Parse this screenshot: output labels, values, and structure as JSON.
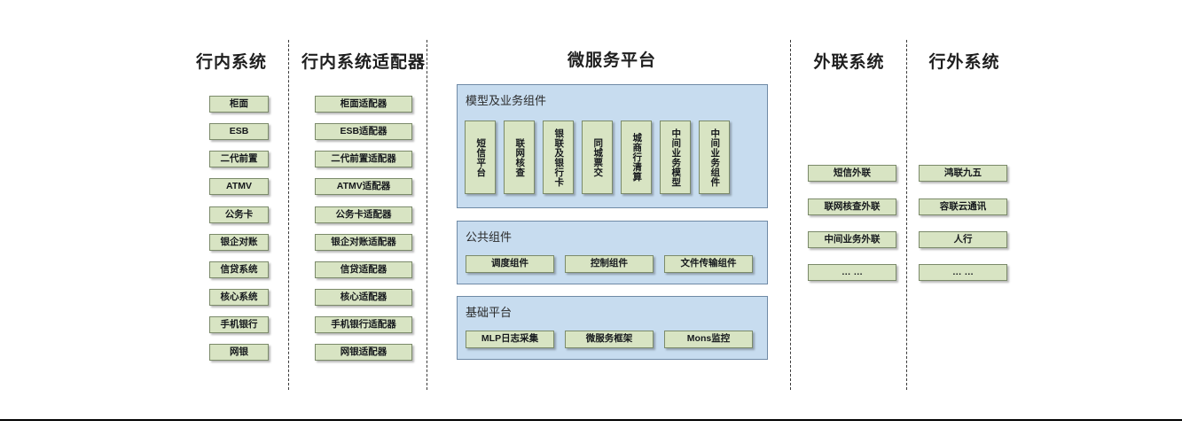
{
  "columns": [
    {
      "title": "行内系统"
    },
    {
      "title": "行内系统适配器"
    },
    {
      "title": "微服务平台"
    },
    {
      "title": "外联系统"
    },
    {
      "title": "行外系统"
    }
  ],
  "inbank_systems": [
    "柜面",
    "ESB",
    "二代前置",
    "ATMV",
    "公务卡",
    "银企对账",
    "信贷系统",
    "核心系统",
    "手机银行",
    "网银"
  ],
  "inbank_adapters": [
    "柜面适配器",
    "ESB适配器",
    "二代前置适配器",
    "ATMV适配器",
    "公务卡适配器",
    "银企对账适配器",
    "信贷适配器",
    "核心适配器",
    "手机银行适配器",
    "网银适配器"
  ],
  "microservice_platform": {
    "groups": [
      {
        "title": "模型及业务组件",
        "orientation": "vertical",
        "items": [
          "短信平台",
          "联网核查",
          "银联及银行卡",
          "同城票交",
          "城商行清算",
          "中间业务模型",
          "中间业务组件"
        ]
      },
      {
        "title": "公共组件",
        "orientation": "horizontal",
        "items": [
          "调度组件",
          "控制组件",
          "文件传输组件"
        ]
      },
      {
        "title": "基础平台",
        "orientation": "horizontal",
        "items": [
          "MLP日志采集",
          "微服务框架",
          "Mons监控"
        ]
      }
    ]
  },
  "external_link_systems": [
    "短信外联",
    "联网核查外联",
    "中间业务外联",
    "… …"
  ],
  "outside_bank_systems": [
    "鸿联九五",
    "容联云通讯",
    "人行",
    "… …"
  ],
  "colors": {
    "node_fill": "#d8e4c3",
    "node_border": "#7b8a6a",
    "panel_fill": "#c7dcef",
    "panel_border": "#6f8aa6",
    "divider": "#3a3a3a",
    "text": "#15181c"
  }
}
